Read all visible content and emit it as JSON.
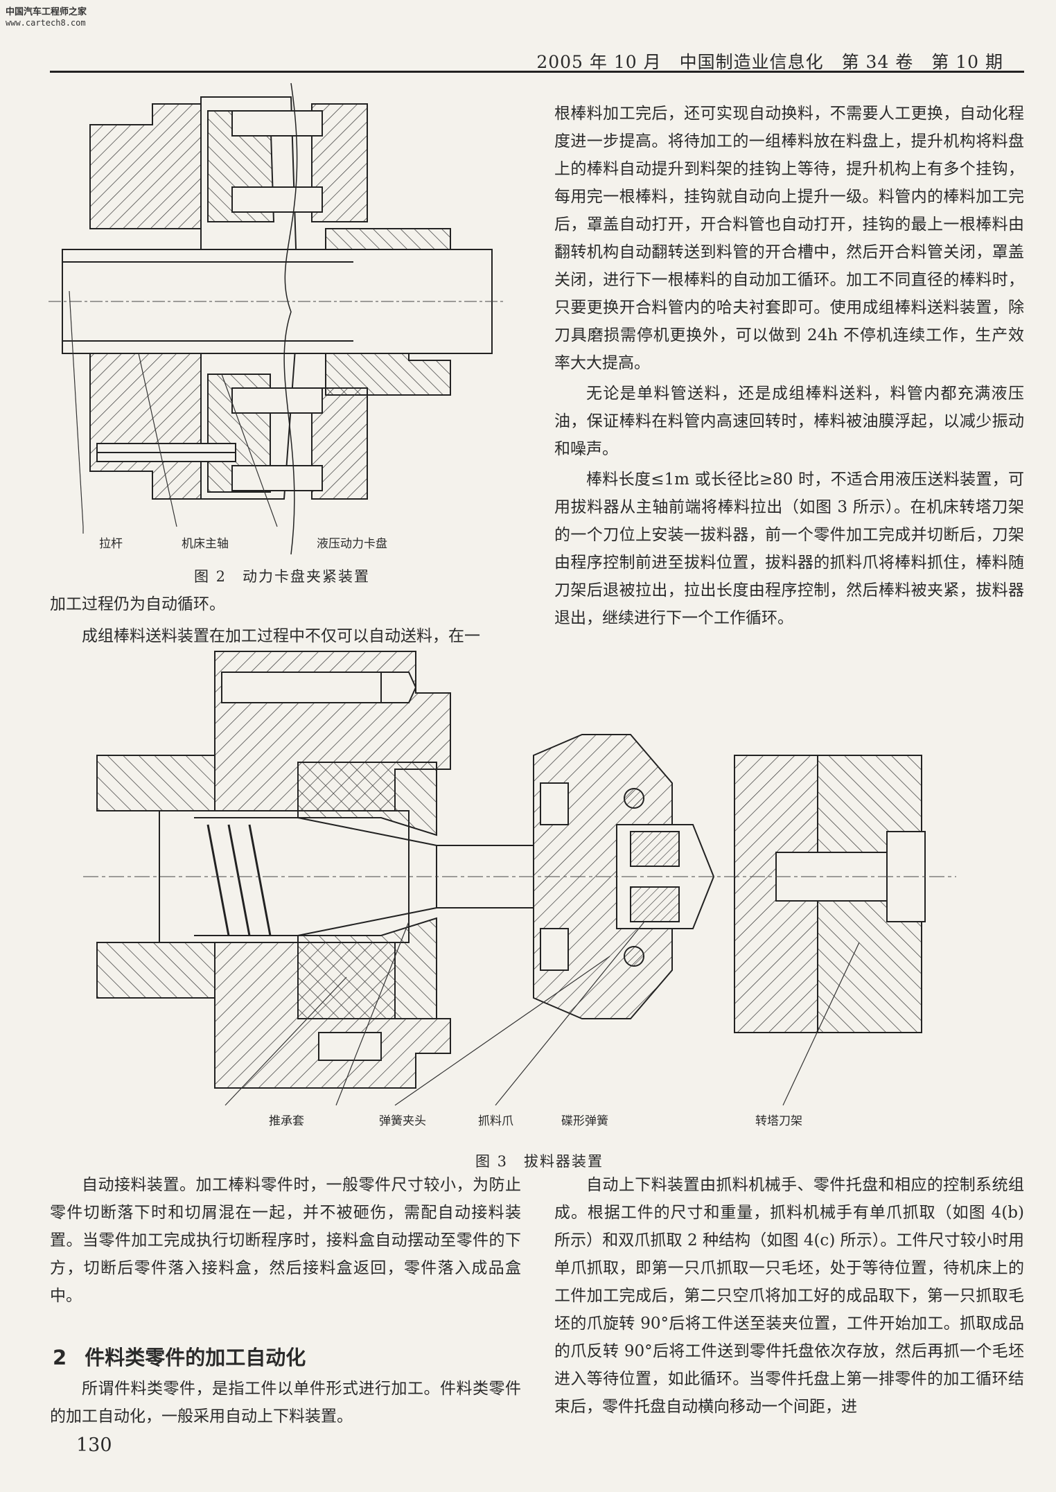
{
  "site": {
    "logo_text": "中国汽车工程师之家",
    "url": "www.cartech8.com"
  },
  "header": {
    "running_title": "2005 年 10 月　中国制造业信息化　第 34 卷　第 10 期"
  },
  "figure2": {
    "caption": "图 2　动力卡盘夹紧装置",
    "labels": [
      "拉杆",
      "机床主轴",
      "液压动力卡盘"
    ]
  },
  "left_col_top": [
    "加工过程仍为自动循环。",
    "成组棒料送料装置在加工过程中不仅可以自动送料，在一"
  ],
  "right_col_top": [
    "根棒料加工完后，还可实现自动换料，不需要人工更换，自动化程度进一步提高。将待加工的一组棒料放在料盘上，提升机构将料盘上的棒料自动提升到料架的挂钩上等待，提升机构上有多个挂钩，每用完一根棒料，挂钩就自动向上提升一级。料管内的棒料加工完后，罩盖自动打开，开合料管也自动打开，挂钩的最上一根棒料由翻转机构自动翻转送到料管的开合槽中，然后开合料管关闭，罩盖关闭，进行下一根棒料的自动加工循环。加工不同直径的棒料时，只要更换开合料管内的哈夫衬套即可。使用成组棒料送料装置，除刀具磨损需停机更换外，可以做到 24h 不停机连续工作，生产效率大大提高。",
    "无论是单料管送料，还是成组棒料送料，料管内都充满液压油，保证棒料在料管内高速回转时，棒料被油膜浮起，以减少振动和噪声。",
    "棒料长度≤1m 或长径比≥80 时，不适合用液压送料装置，可用拔料器从主轴前端将棒料拉出（如图 3 所示）。在机床转塔刀架的一个刀位上安装一拔料器，前一个零件加工完成并切断后，刀架由程序控制前进至拔料位置，拔料器的抓料爪将棒料抓住，棒料随刀架后退被拉出，拉出长度由程序控制，然后棒料被夹紧，拔料器退出，继续进行下一个工作循环。"
  ],
  "figure3": {
    "caption": "图 3　拔料器装置",
    "labels": [
      "推承套",
      "弹簧夹头",
      "抓料爪",
      "碟形弹簧",
      "转塔刀架"
    ]
  },
  "left_col_bottom": [
    "自动接料装置。加工棒料零件时，一般零件尺寸较小，为防止零件切断落下时和切屑混在一起，并不被砸伤，需配自动接料装置。当零件加工完成执行切断程序时，接料盒自动摆动至零件的下方，切断后零件落入接料盒，然后接料盒返回，零件落入成品盒中。"
  ],
  "section2": {
    "number": "2",
    "title": "件料类零件的加工自动化",
    "paragraph": "所谓件料类零件，是指工件以单件形式进行加工。件料类零件的加工自动化，一般采用自动上下料装置。"
  },
  "right_col_bottom": [
    "自动上下料装置由抓料机械手、零件托盘和相应的控制系统组成。根据工件的尺寸和重量，抓料机械手有单爪抓取（如图 4(b) 所示）和双爪抓取 2 种结构（如图 4(c) 所示）。工件尺寸较小时用单爪抓取，即第一只爪抓取一只毛坯，处于等待位置，待机床上的工件加工完成后，第二只空爪将加工好的成品取下，第一只抓取毛坯的爪旋转 90°后将工件送至装夹位置，工件开始加工。抓取成品的爪反转 90°后将工件送到零件托盘依次存放，然后再抓一个毛坯进入等待位置，如此循环。当零件托盘上第一排零件的加工循环结束后，零件托盘自动横向移动一个间距，进"
  ],
  "page_number": "130"
}
